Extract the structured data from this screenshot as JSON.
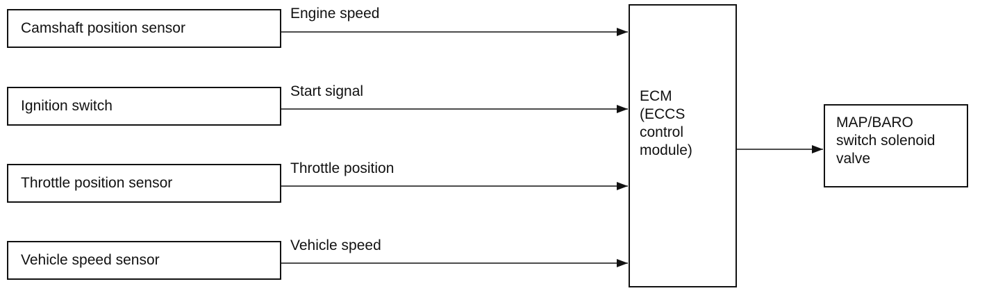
{
  "sensors": [
    {
      "label": "Camshaft position sensor",
      "signal": "Engine speed"
    },
    {
      "label": "Ignition switch",
      "signal": "Start signal"
    },
    {
      "label": "Throttle position sensor",
      "signal": "Throttle position"
    },
    {
      "label": "Vehicle speed sensor",
      "signal": "Vehicle speed"
    }
  ],
  "ecm": {
    "lines": [
      "ECM",
      "(ECCS",
      "control",
      "module)"
    ]
  },
  "output": {
    "lines": [
      "MAP/BARO",
      "switch solenoid",
      "valve"
    ]
  }
}
